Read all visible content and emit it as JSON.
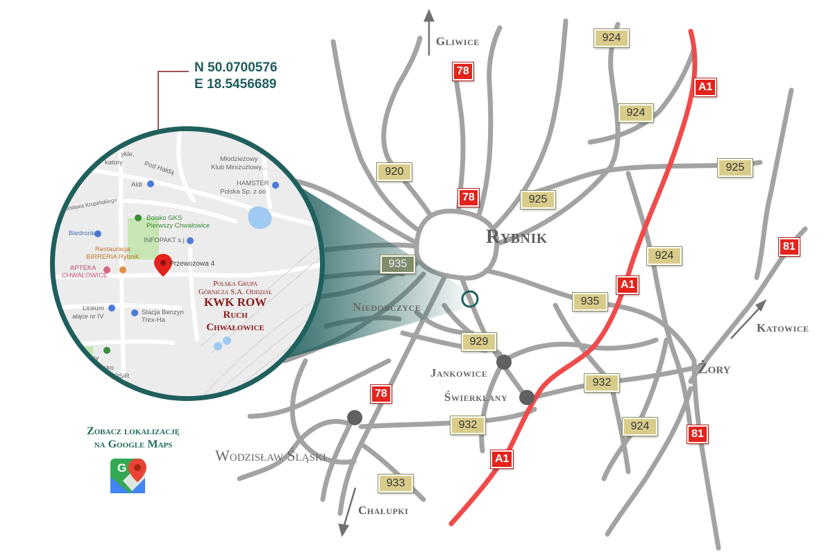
{
  "colors": {
    "road": "#a3a3a3",
    "motorway": "#ef4b4b",
    "teal": "#1f5f5c",
    "badge_yellow": "#d9cc8a",
    "badge_red": "#e3231c"
  },
  "coordinates": {
    "north": "N 50.0700576",
    "east": "E 18.5456689"
  },
  "google_maps": {
    "caption_line1": "Zobacz lokalizację",
    "caption_line2": "na Google Maps",
    "icon": "google-maps-icon"
  },
  "cities": {
    "rybnik": "Rybnik",
    "niedobczyce": "Niedobczyce",
    "jankowice": "Jankowice",
    "swierklany": "Świerklany",
    "zory": "Żory",
    "wodzislaw": "Wodzisław Śląski"
  },
  "directions": {
    "gliwice": "Gliwice",
    "katowice": "Katowice",
    "chalupki": "Chałupki"
  },
  "road_badges": {
    "b78_top": "78",
    "b78_mid": "78",
    "b78_low": "78",
    "a1_top": "A1",
    "a1_mid": "A1",
    "a1_low": "A1",
    "b81_top": "81",
    "b81_low": "81",
    "b924_a": "924",
    "b924_b": "924",
    "b924_c": "924",
    "b924_d": "924",
    "b925_a": "925",
    "b925_b": "925",
    "b920": "920",
    "b935_a": "935",
    "b935_b": "935",
    "b929": "929",
    "b932_a": "932",
    "b932_b": "932",
    "b933": "933"
  },
  "inset": {
    "pois": {
      "rykle": "ykle,",
      "katory": "katory",
      "pod_halda": "Pod Hałdą",
      "mlodziezowy": "Młodzieżowy",
      "klub": "Klub Miniżużlowy...",
      "aldi": "Aldi",
      "hamster": "HAMSTER",
      "hamster2": "Polska Sp. z oo",
      "krupinskiego": "elsława Krupińskiego",
      "bolisko": "Boisko GKS",
      "bolisko2": "Pierwszy Chwałowice",
      "biedronka": "Biedronka",
      "infopakt": "INFOPAKT s.j",
      "restauracja": "Restauracja",
      "birreria": "BIRRERIA Rybnik",
      "apteka": "APTEKA",
      "apteka2": "CHWAŁOWICE",
      "przewozowa": "Przewozowa 4",
      "liceum": "Liceum",
      "liceum2": "ałące nr IV",
      "stacja": "Stacja Benzyn",
      "stacja2": "Trex-Ha",
      "kultury": "ultury",
      "stadion": "adelisko",
      "stadion2": "owice MOSiR"
    },
    "mine": {
      "line1": "Polska Grupa",
      "line2": "Górnicza S.A. Oddział",
      "line3": "KWK ROW",
      "line4": "Ruch Chwałowice"
    }
  }
}
